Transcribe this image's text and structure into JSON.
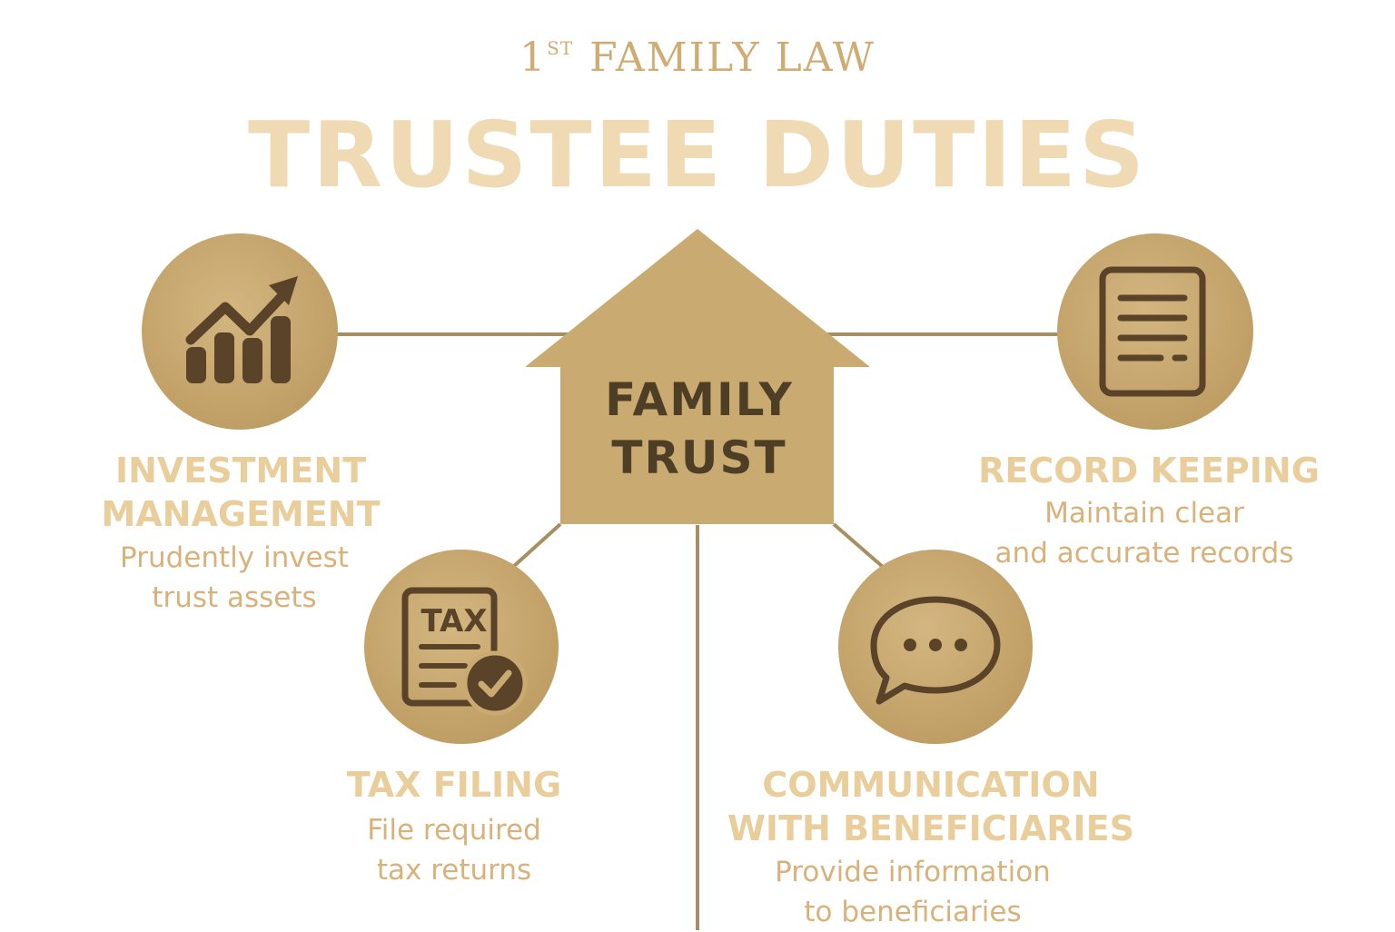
{
  "brand": {
    "number": "1",
    "superscript": "ST",
    "name": "FAMILY LAW"
  },
  "headline": "TRUSTEE DUTIES",
  "center": {
    "line1": "FAMILY",
    "line2": "TRUST"
  },
  "duties": [
    {
      "title_line1": "INVESTMENT",
      "title_line2": "MANAGEMENT",
      "desc_line1": "Prudently invest",
      "desc_line2": "trust assets",
      "icon": "growth-chart-icon"
    },
    {
      "title_line1": "RECORD KEEPING",
      "desc_line1": "Maintain clear",
      "desc_line2": "and accurate records",
      "icon": "document-icon"
    },
    {
      "title_line1": "TAX FILING",
      "desc_line1": "File required",
      "desc_line2": "tax returns",
      "icon": "tax-document-icon",
      "icon_text": "TAX"
    },
    {
      "title_line1": "COMMUNICATION",
      "title_line2": "WITH BENEFICIARIES",
      "desc_line1": "Provide information",
      "desc_line2": "to beneficiaries",
      "icon": "speech-bubble-icon"
    }
  ],
  "colors": {
    "gold": "#c5a56d",
    "dark_brown": "#4f3e26",
    "title_tint": "#e9ce9c",
    "line": "#a88f63"
  }
}
